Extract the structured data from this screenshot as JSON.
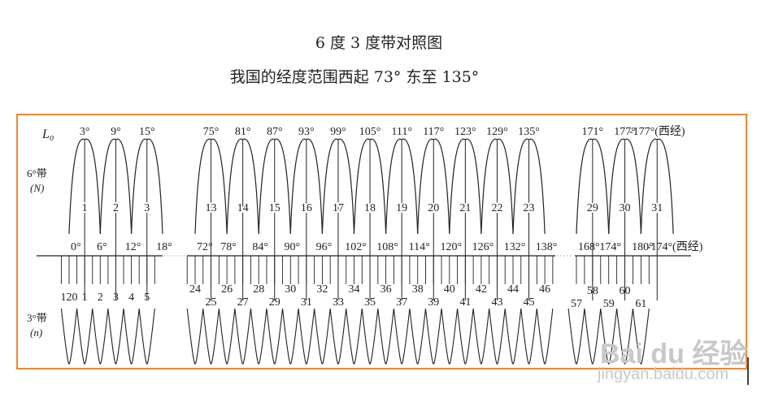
{
  "title": {
    "line1": "6 度 3 度带对照图",
    "line2": "我国的经度范围西起 73° 东至 135°"
  },
  "colors": {
    "frame": "#f0883a",
    "ink": "#222222"
  },
  "diagram": {
    "l0_label": "L₀",
    "six_zone_label": "6°带",
    "six_zone_symbol": "(N)",
    "three_zone_label": "3°带",
    "three_zone_symbol": "(n)",
    "groups": [
      {
        "central_meridians": [
          "3°",
          "9°",
          "15°"
        ],
        "zone_numbers_6": [
          "1",
          "2",
          "3"
        ],
        "boundaries": [
          "0°",
          "6°",
          "12°",
          "18°"
        ],
        "zone_numbers_3": [
          "120",
          "1",
          "2",
          "3",
          "4",
          "5"
        ]
      },
      {
        "central_meridians": [
          "75°",
          "81°",
          "87°",
          "93°",
          "99°",
          "105°",
          "111°",
          "117°",
          "123°",
          "129°",
          "135°"
        ],
        "zone_numbers_6": [
          "13",
          "14",
          "15",
          "16",
          "17",
          "18",
          "19",
          "20",
          "21",
          "22",
          "23"
        ],
        "boundaries": [
          "72°",
          "78°",
          "84°",
          "90°",
          "96°",
          "102°",
          "108°",
          "114°",
          "120°",
          "126°",
          "132°",
          "138°"
        ],
        "zone_numbers_3": [
          "24",
          "25",
          "26",
          "27",
          "28",
          "29",
          "30",
          "31",
          "32",
          "33",
          "34",
          "35",
          "36",
          "37",
          "38",
          "39",
          "40",
          "41",
          "42",
          "43",
          "44",
          "45",
          "46"
        ]
      },
      {
        "central_meridians": [
          "171°",
          "177°",
          "-177°(西经)"
        ],
        "zone_numbers_6": [
          "29",
          "30",
          "31"
        ],
        "boundaries": [
          "168°",
          "174°",
          "180°",
          "-174°(西经)"
        ],
        "zone_numbers_3": [
          "57",
          "58",
          "59",
          "60",
          "61"
        ]
      }
    ]
  },
  "watermark": {
    "brand": "Bai du 经验",
    "url": "jingyan.baidu.com"
  }
}
